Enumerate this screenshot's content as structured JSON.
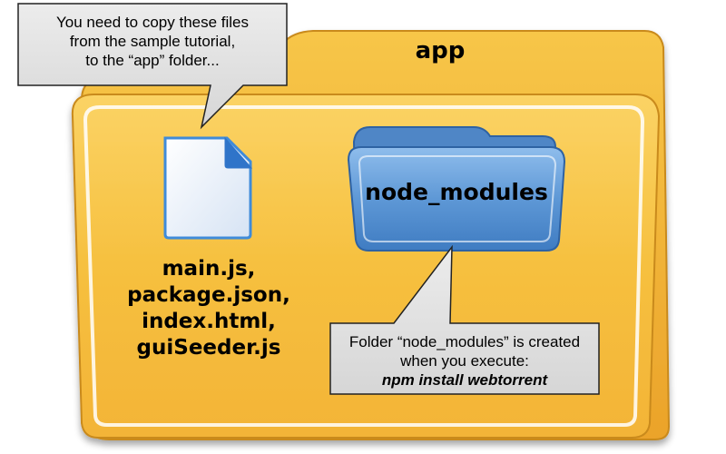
{
  "app_folder": {
    "label": "app",
    "color_front": "#f7c443",
    "color_back": "#f2b43a"
  },
  "callout_top": {
    "lines": [
      "You need to copy these files",
      "from the sample tutorial,",
      "to the “app” folder..."
    ],
    "icon": "callout-bubble"
  },
  "file_icon": {
    "icon": "document-icon",
    "color": "#3f8bd9"
  },
  "files": [
    "main.js,",
    "package.json,",
    "index.html,",
    "guiSeeder.js"
  ],
  "node_modules_folder": {
    "label": "node_modules",
    "color": "#5e98d6"
  },
  "callout_bottom": {
    "lines": [
      "Folder “node_modules” is created",
      "when you execute:"
    ],
    "command": "npm install webtorrent"
  }
}
